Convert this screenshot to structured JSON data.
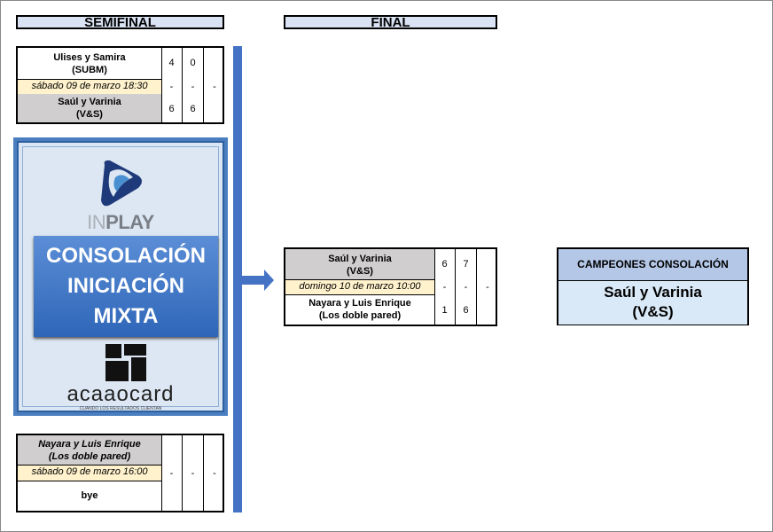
{
  "headers": {
    "semifinal": "SEMIFINAL",
    "final": "FINAL"
  },
  "semifinal_1": {
    "team1": {
      "name": "Ulises y Samira",
      "club": "(SUBM)",
      "scores": [
        "4",
        "0",
        ""
      ]
    },
    "date": "sábado 09 de marzo 18:30",
    "date_scores": [
      "-",
      "-",
      "-"
    ],
    "team2": {
      "name": "Saúl y Varinia",
      "club": "(V&S)",
      "scores": [
        "6",
        "6",
        ""
      ]
    }
  },
  "semifinal_2": {
    "team1": {
      "name": "Nayara y Luis Enrique",
      "club": "(Los doble pared)",
      "scores": [
        "",
        "",
        ""
      ]
    },
    "date": "sábado 09 de marzo 16:00",
    "date_scores": [
      "-",
      "-",
      "-"
    ],
    "team2": {
      "name": "bye",
      "club": "",
      "scores": [
        "",
        "",
        ""
      ]
    }
  },
  "final": {
    "team1": {
      "name": "Saúl y Varinia",
      "club": "(V&S)",
      "scores": [
        "6",
        "7",
        ""
      ]
    },
    "date": "domingo 10 de marzo 10:00",
    "date_scores": [
      "-",
      "-",
      "-"
    ],
    "team2": {
      "name": "Nayara y Luis Enrique",
      "club": "(Los doble pared)",
      "scores": [
        "1",
        "6",
        ""
      ]
    }
  },
  "logo": {
    "brand_light": "IN",
    "brand_bold": "PLAY",
    "banner_lines": [
      "CONSOLACIÓN",
      "INICIACIÓN",
      "MIXTA"
    ],
    "sponsor": "acaaocard",
    "sponsor_tagline": "CUANDO LOS RESULTADOS CUENTAN"
  },
  "champions": {
    "title": "CAMPEONES CONSOLACIÓN",
    "name": "Saúl y Varinia",
    "club": "(V&S)"
  },
  "colors": {
    "accent": "#4472c4",
    "header_bg": "#dae3f3",
    "date_bg": "#fff2cc",
    "winner_bg": "#d0cece",
    "champ_title_bg": "#b4c7e7"
  }
}
